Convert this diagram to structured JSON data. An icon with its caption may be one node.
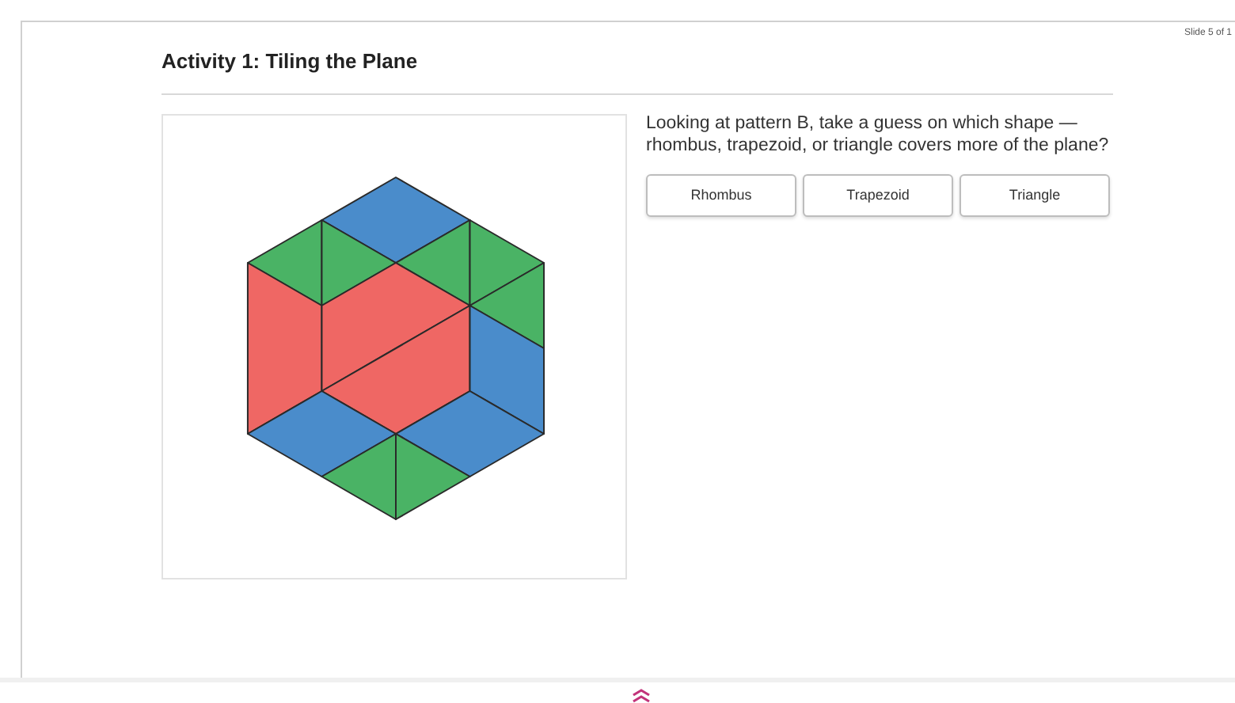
{
  "diagram": {
    "title": "Activity 1: Tiling the Plane",
    "labels": [
      "Slide 5 of 1",
      "Looking at pattern B, take a guess on which shape — rhombus, trapezoid, or triangle covers more of the plane?",
      "Rhombus",
      "Trapezoid",
      "Triangle"
    ]
  }
}
